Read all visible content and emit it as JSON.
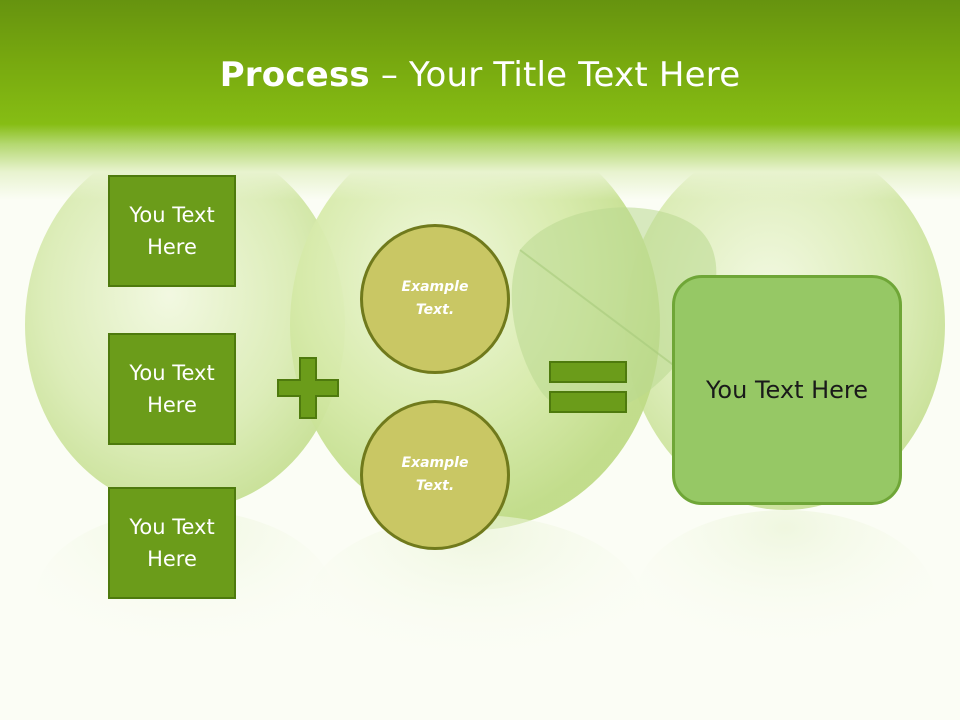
{
  "slide": {
    "title_strong": "Process",
    "title_rest": " – Your Title Text Here"
  },
  "left_boxes": [
    {
      "label": "You Text Here"
    },
    {
      "label": "You Text Here"
    },
    {
      "label": "You Text Here"
    }
  ],
  "circles": [
    {
      "label": "Example Text."
    },
    {
      "label": "Example Text."
    }
  ],
  "result": {
    "label": "You Text Here"
  },
  "colors": {
    "header_green": "#77a80f",
    "box_fill": "#6b9c1a",
    "circle_fill": "#c9c764",
    "result_fill": "#96c865"
  },
  "icons": {
    "operator_plus": "plus-icon",
    "operator_equals": "equals-icon"
  }
}
